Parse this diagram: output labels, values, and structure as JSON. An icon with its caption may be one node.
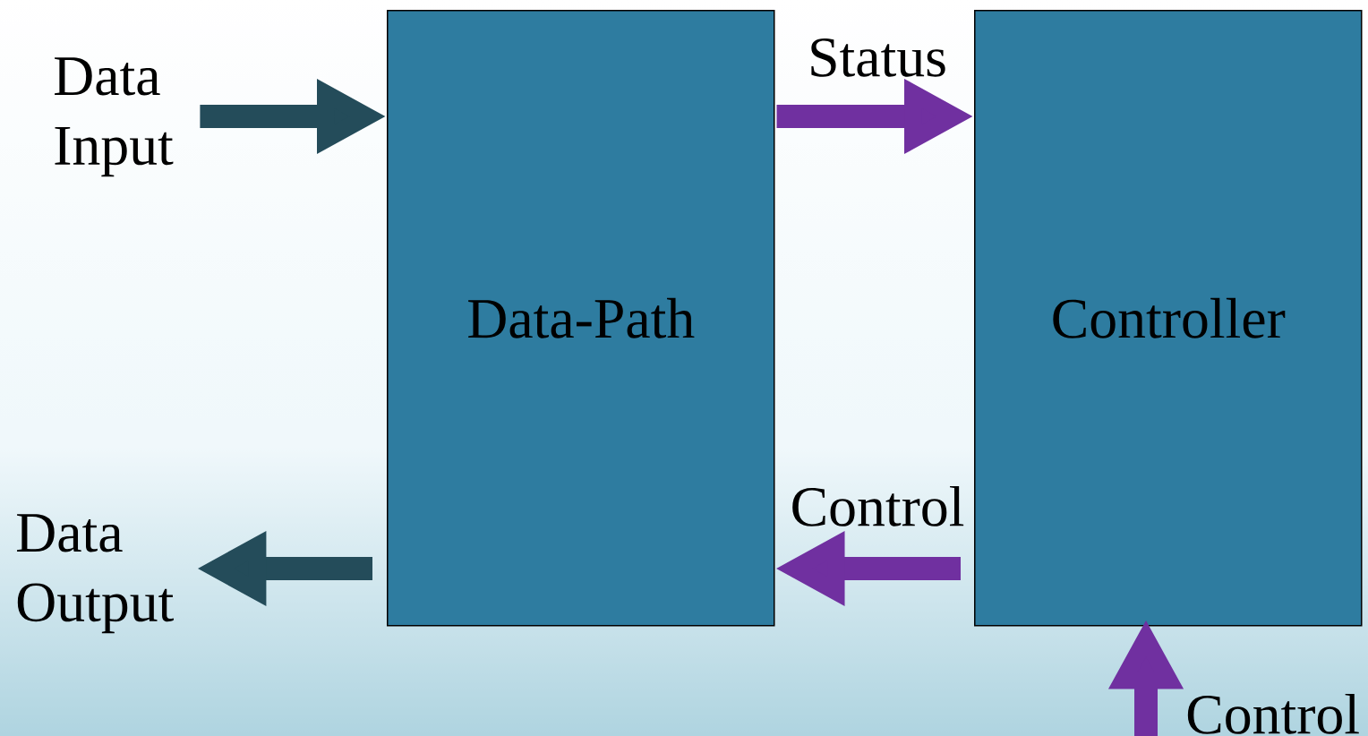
{
  "diagram": {
    "nodes": [
      {
        "text": [
          "Data-Path"
        ]
      },
      {
        "text": [
          "Controller"
        ]
      },
      {
        "text": [
          "Data Input"
        ]
      },
      {
        "text": [
          "Data Output"
        ]
      }
    ],
    "edges": [
      {
        "from": 2,
        "to": 0,
        "arrow": "to",
        "color": "#244c5a"
      },
      {
        "from": 0,
        "to": 1,
        "arrow": "to",
        "label": "Status"
      },
      {
        "from": 1,
        "to": 0,
        "arrow": "to",
        "label": "Control"
      },
      {
        "from": 0,
        "to": 3,
        "arrow": "to",
        "color": "#244c5a"
      },
      {
        "from": null,
        "to": 1,
        "arrow": "to",
        "label": "Control"
      }
    ]
  }
}
